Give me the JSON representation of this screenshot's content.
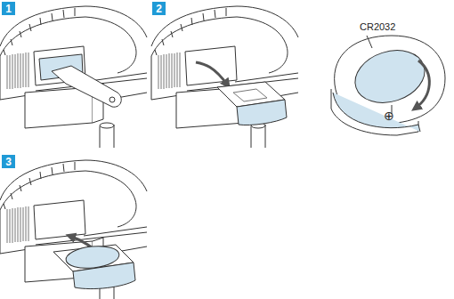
{
  "diagram": {
    "nodes": [
      {
        "text": [
          "1"
        ]
      },
      {
        "text": [
          "2"
        ]
      },
      {
        "text": [
          "3"
        ]
      }
    ],
    "labels": [
      "CR2032",
      "⊕"
    ]
  }
}
